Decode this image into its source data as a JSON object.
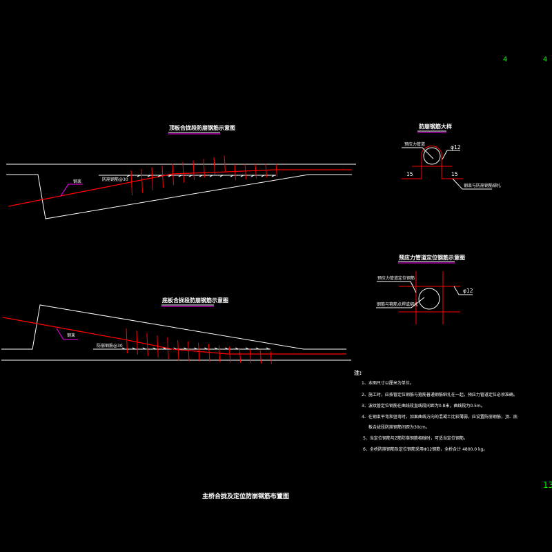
{
  "sheet": {
    "corner_left": "4",
    "corner_right": "4",
    "page_number": "13",
    "main_title": "主桥合拢及定位防崩钢筋布置图"
  },
  "top_view": {
    "title": "顶板合拢段防崩钢筋示意图",
    "tendon_label": "钢束",
    "rebar_label": "防崩钢筋@30"
  },
  "bottom_view": {
    "title": "底板合拢段防崩钢筋示意图",
    "tendon_label": "钢束",
    "rebar_label": "防崩钢筋@30"
  },
  "detail": {
    "title": "防崩钢筋大样",
    "duct_label": "预应力管道",
    "dia_label": "φ12",
    "dim_left": "15",
    "dim_right": "15",
    "tie_label": "钢束与防崩钢筋绑扎"
  },
  "duct_detail": {
    "title": "预应力管道定位钢筋示意图",
    "label_top": "预应力管道定位钢筋",
    "label_bottom": "钢筋与箍筋点焊或绑扎",
    "dia_label": "φ12"
  },
  "notes": {
    "heading": "注:",
    "items": [
      "1、本图尺寸以厘米为单位。",
      "2、施工时，应按管定位钢筋与箍筋普通钢筋绑扎在一起，预应力管道定位必须准确。",
      "3、波纹管定位钢筋在曲线段直线段间距为0.8米，曲线段为0.5m。",
      "4、在钢束平弯和竖弯时，如果曲线方向的混凝土比较薄弱，应设置防崩钢筋，顶、底",
      "板合拢段防崩钢筋间距为30cm。",
      "5、当定位钢筋与Z筋防崩钢筋相碰时，可适当定位钢筋。",
      "6、全桥防崩钢筋及定位钢筋采用Φ12钢筋，全桥合计 4800.0 kg。"
    ]
  },
  "colors": {
    "line": "#ffffff",
    "rebar": "#ff0000",
    "accent": "#ff00ff",
    "marker": "#00ff00"
  }
}
